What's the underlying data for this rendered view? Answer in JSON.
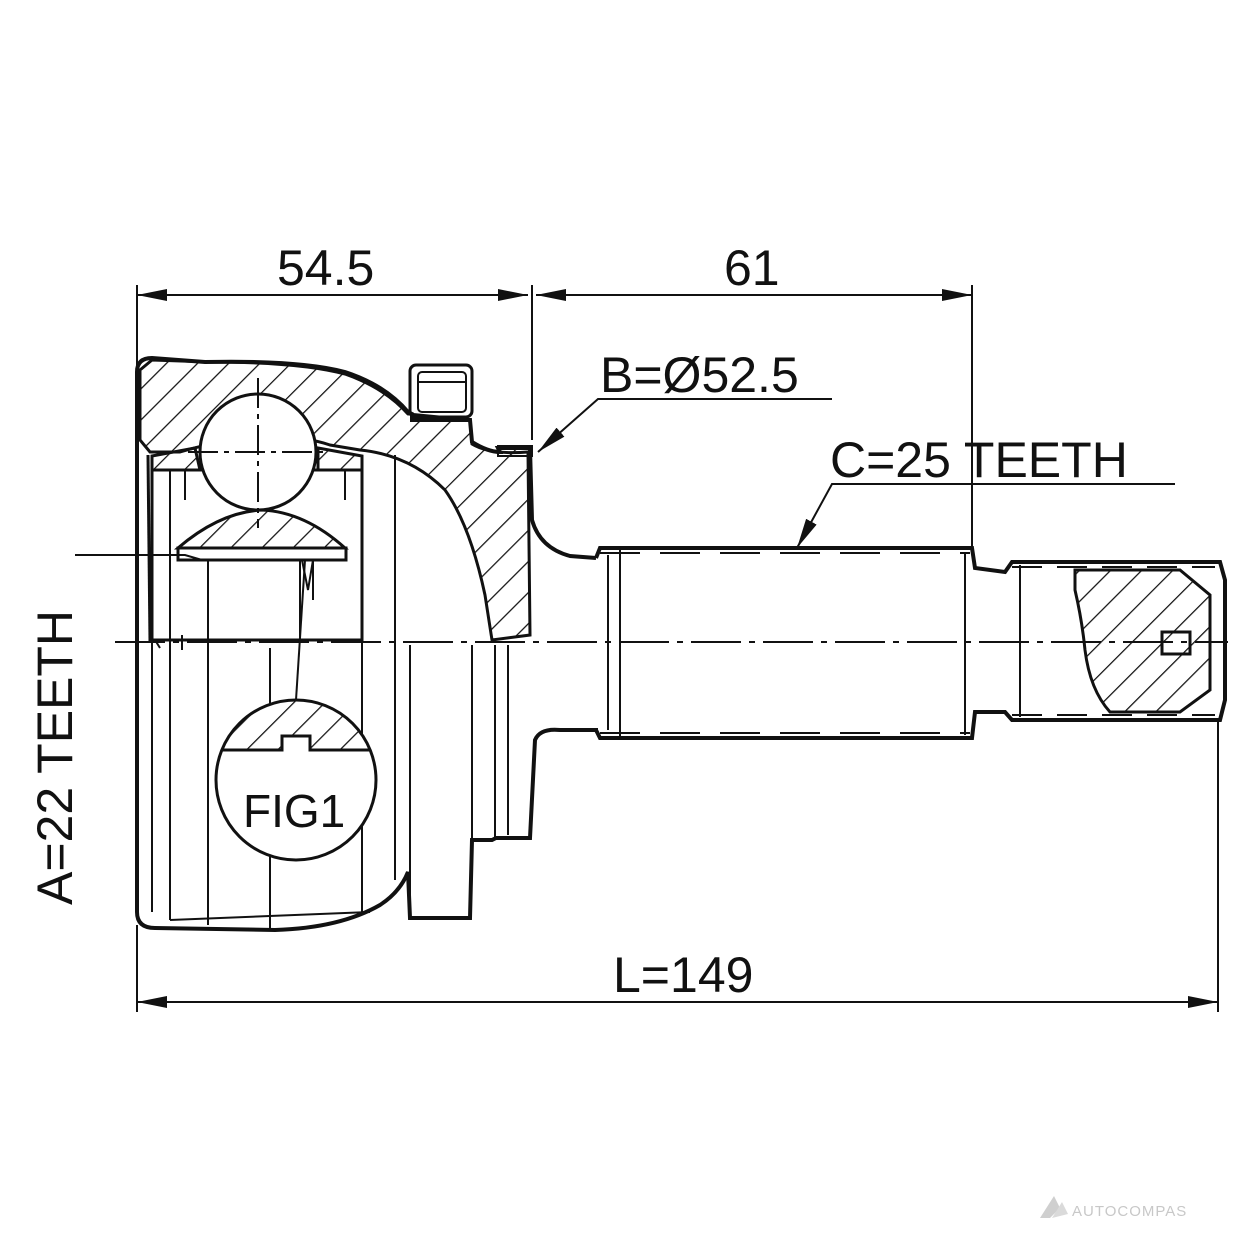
{
  "dimensions": {
    "outer_length": "54.5",
    "shaft_length": "61",
    "boot_diameter": "B=Ø52.5",
    "shaft_teeth": "C=25 TEETH",
    "inner_teeth": "A=22 TEETH",
    "total_length": "L=149"
  },
  "figure_label": "FIG1",
  "watermark": {
    "text": "AUTOCOMPAS",
    "icon": "autocompas-logo-icon"
  },
  "colors": {
    "line": "#111111",
    "watermark": "#c8c8c8"
  }
}
